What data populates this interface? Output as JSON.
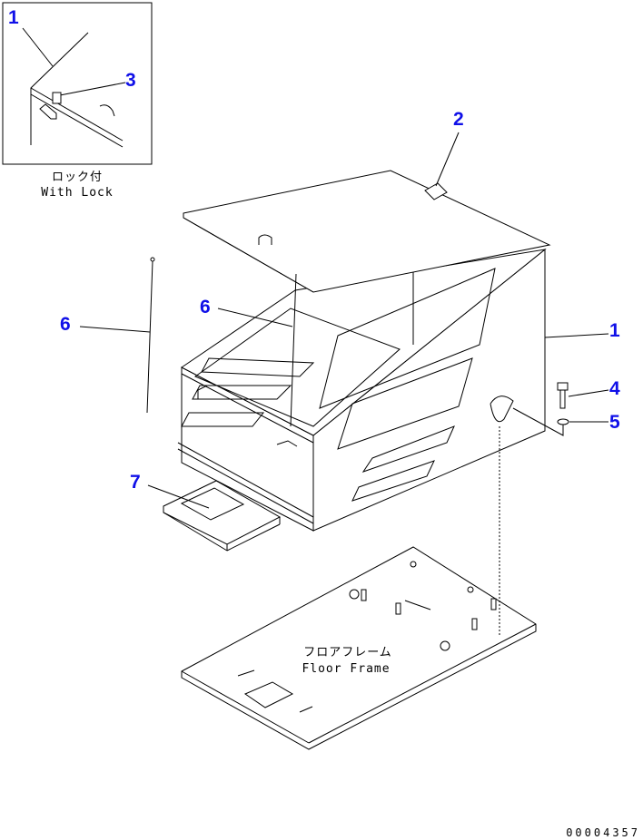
{
  "inset": {
    "label_jp": "ロック付",
    "label_en": "With Lock",
    "callouts": [
      "1",
      "3"
    ]
  },
  "callouts": {
    "lock": "2",
    "box": "1",
    "bolt": "4",
    "washer": "5",
    "rod_left": "6",
    "rod_center": "6",
    "step": "7"
  },
  "floor_frame": {
    "label_jp": "フロアフレーム",
    "label_en": "Floor Frame"
  },
  "document_number": "00004357",
  "colors": {
    "callout": "#1010e8",
    "line": "#000000"
  }
}
